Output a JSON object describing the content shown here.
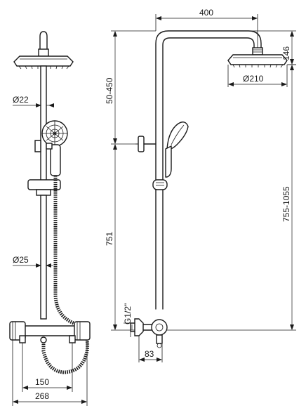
{
  "colors": {
    "line": "#1a1a1a",
    "background": "#ffffff"
  },
  "dimensions": {
    "top_arm_length": "400",
    "head_height": "146",
    "head_diameter_side": "Ø210",
    "arm_to_bracket": "50-450",
    "overall_height": "755-1055",
    "bracket_height": "751",
    "inlet_thread": "G1/2\"",
    "wall_offset": "83",
    "pipe_diameter_top": "Ø22",
    "pipe_diameter_bottom": "Ø25",
    "inlet_spacing": "150",
    "mixer_width": "268"
  }
}
